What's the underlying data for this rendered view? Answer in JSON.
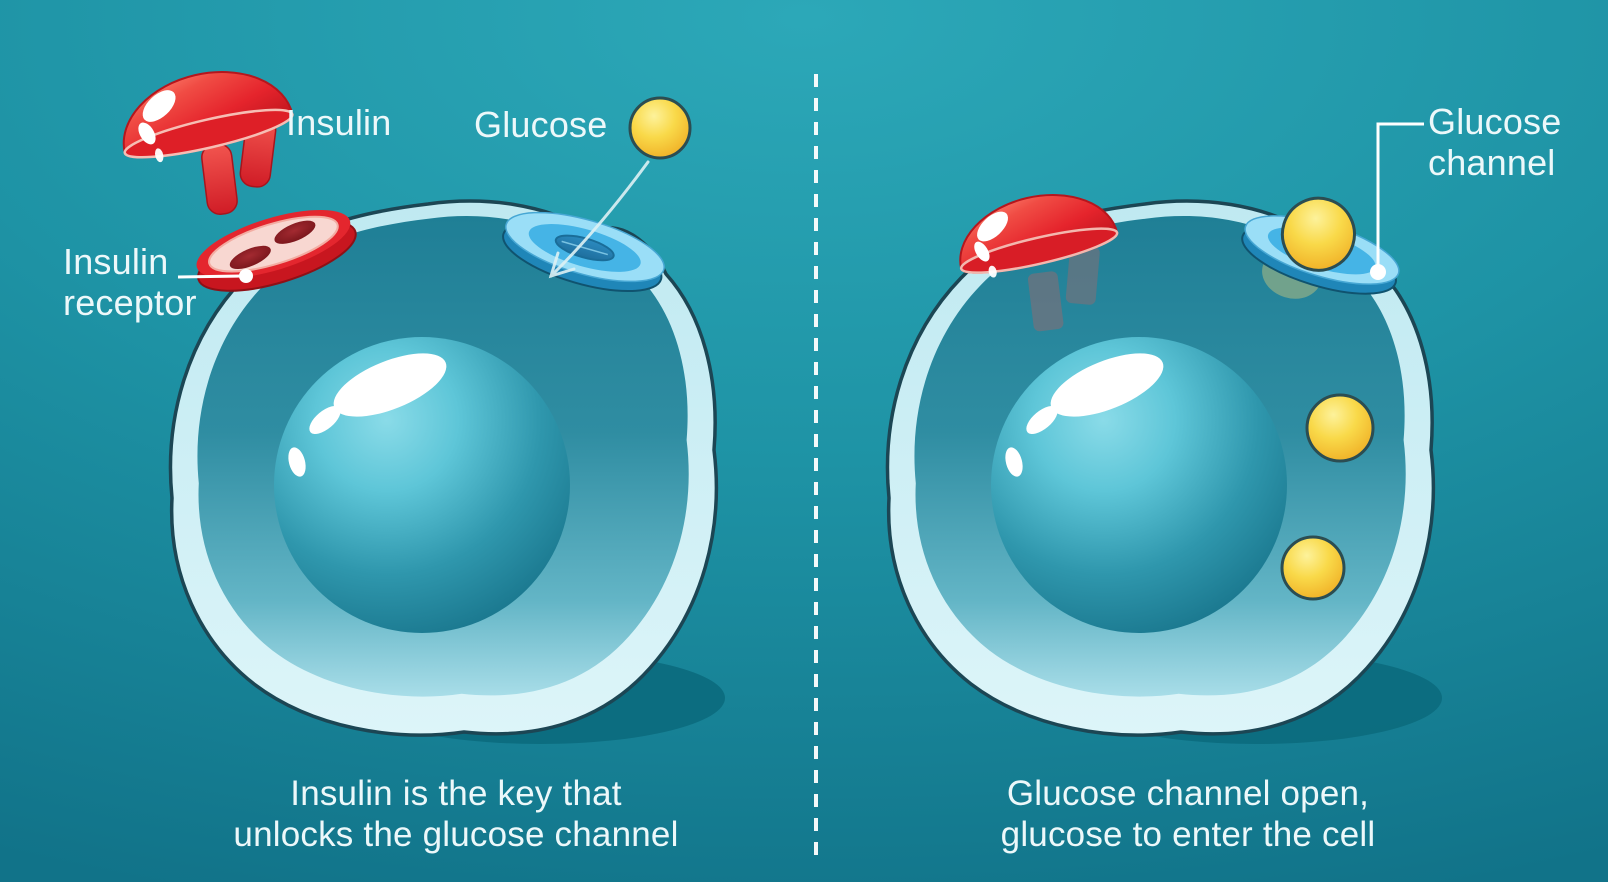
{
  "title": "Insulin and glucose channel — cell diagram",
  "theme": {
    "colors": {
      "background_top": "#2ca8b8",
      "background_bottom": "#117389",
      "text": "#ecf8fa",
      "divider": "#ffffff",
      "insulin_red": "#e4262e",
      "receptor_face_pink": "#f8d7d1",
      "glucose_yellow": "#f7cf3c",
      "channel_blue": "#45b4e6",
      "channel_ring_blue": "#9adef7",
      "cell_membrane": "#c9edf4",
      "shadow": "#0c6b7e"
    }
  },
  "left_panel": {
    "labels": {
      "insulin": "Insulin",
      "glucose": "Glucose",
      "insulin_receptor": "Insulin\nreceptor"
    },
    "caption": "Insulin is the key that\nunlocks the glucose channel"
  },
  "right_panel": {
    "labels": {
      "glucose_channel": "Glucose\nchannel"
    },
    "caption": "Glucose channel open,\nglucose to enter the cell"
  }
}
